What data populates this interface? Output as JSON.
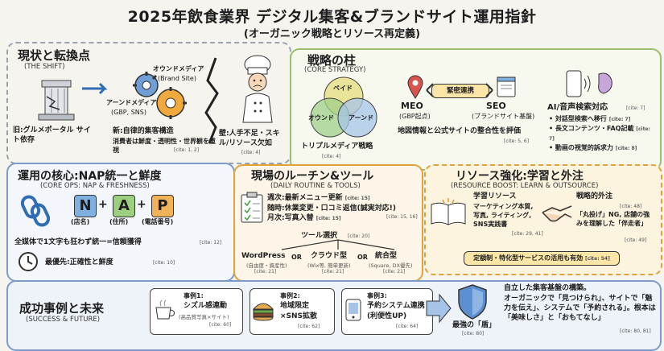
{
  "header": {
    "title": "2025年飲食業界 デジタル集客&ブランドサイト運用指針",
    "subtitle": "(オーガニック戦略とリソース再定義)"
  },
  "shift": {
    "title": "現状と転換点",
    "subtitle": "(THE SHIFT)",
    "owned_label": "オウンドメディア",
    "owned_sub": "(Brand Site)",
    "earned_label": "アーンドメディア",
    "earned_sub": "(GBP, SNS)",
    "old_label": "旧:グルメポータル サイト依存",
    "new_label": "新:自律的集客構造",
    "new_detail": "消費者は鮮度・透明性・世界観を重視",
    "new_cite": "[cite: 1, 2]",
    "wall_label": "壁:人手不足・スキル/リソース欠如",
    "wall_cite": "[cite: 4]"
  },
  "strategy": {
    "title": "戦略の柱",
    "subtitle": "(CORE STRATEGY)",
    "venn_paid": "ペイド",
    "venn_owned": "オウンド",
    "venn_earned": "アーンド",
    "venn_caption": "トリプルメディア戦略",
    "venn_cite": "[cite: 4]",
    "link_label": "緊密連携",
    "meo_label": "MEO",
    "meo_sub": "(GBP起点)",
    "seo_label": "SEO",
    "seo_sub": "(ブランドサイト基盤)",
    "map_caption": "地図情報と公式サイトの整合性を評価",
    "map_cite": "[cite: 5, 6]",
    "ai_title": "AI/音声検索対応",
    "ai_cite": "[cite: 7]",
    "ai_items": [
      {
        "text": "対話型検索へ移行",
        "cite": "[cite: 7]"
      },
      {
        "text": "長文コンテンツ・FAQ記載",
        "cite": "[cite: 7]"
      },
      {
        "text": "動画の視覚的訴求力",
        "cite": "[cite: 8]"
      }
    ]
  },
  "core_ops": {
    "title": "運用の核心:NAP統一と鮮度",
    "subtitle": "(CORE OPS: NAP & FRESHNESS)",
    "n_letter": "N",
    "n_label": "(店名)",
    "a_letter": "A",
    "a_label": "(住所)",
    "p_letter": "P",
    "p_label": "(電話番号)",
    "rule": "全媒体で1文字も狂わず統一=信頼獲得",
    "rule_cite": "[cite: 12]",
    "priority": "最優先:正確性と鮮度",
    "priority_cite": "[cite: 10]"
  },
  "routine": {
    "title": "現場のルーチン&ツール",
    "subtitle": "(DAILY ROUTINE & TOOLS)",
    "items": [
      {
        "text": "週次:最新メニュー更新",
        "cite": "[cite: 15]"
      },
      {
        "text": "随時:休業変更・口コミ返信(誠実対応!)",
        "cite": ""
      },
      {
        "text": "月次:写真入替",
        "cite": "[cite: 15]"
      }
    ],
    "items_cite": "[cite: 15, 16]",
    "tools_label": "ツール選択",
    "tools_cite": "[cite: 20]",
    "tool1": "WordPress",
    "tool1_sub": "(自由度・資産性)",
    "tool1_cite": "[cite: 21]",
    "or1": "OR",
    "tool2": "クラウド型",
    "tool2_sub": "(Wix等, 簡単更新)",
    "tool2_cite": "[cite: 21]",
    "or2": "OR",
    "tool3": "統合型",
    "tool3_sub": "(Square, DX優先)",
    "tool3_cite": "[cite: 21]"
  },
  "resource": {
    "title": "リソース強化:学習と外注",
    "subtitle": "(RESOURCE BOOST: LEARN & OUTSOURCE)",
    "learn_title": "学習リソース",
    "learn_detail": "マーケティング本質, 写真, ライティング, SNS実践書",
    "learn_cite": "[cite: 29, 41]",
    "out_title": "戦略的外注",
    "out_cite": "[cite: 48]",
    "out_detail": "「丸投げ」NG, 店舗の強みを理解した「伴走者」",
    "out_cite2": "[cite: 49]",
    "bottom": "定額制・特化型サービスの活用も有効",
    "bottom_cite": "[cite: 54]"
  },
  "success": {
    "title": "成功事例と未来",
    "subtitle": "(SUCCESS & FUTURE)",
    "cases": [
      {
        "title": "事例1:",
        "line1": "シズル感連動",
        "line2": "(高品質写真×サイト)",
        "cite": "[cite: 60]"
      },
      {
        "title": "事例2:",
        "line1": "地域限定",
        "line2": "×SNS拡散",
        "cite": "[cite: 62]"
      },
      {
        "title": "事例3:",
        "line1": "予約システム連携",
        "line2": "(利便性UP)",
        "cite": "[cite: 64]"
      }
    ],
    "shield_label": "最強の「盾」",
    "shield_cite": "[cite: 80]",
    "conclusion_title": "自立した集客基盤の構築。",
    "conclusion_body": "オーガニックで「見つけられ」、サイトで「魅力を伝え」、システムで「予約される」。根本は「美味しさ」と「おもてなし」",
    "conclusion_cite": "[cite: 80, 81]"
  },
  "colors": {
    "accent_blue": "#2f6db5",
    "accent_orange": "#e39b2b",
    "venn_paid": "#e8e08a",
    "venn_owned": "#9fcf8a",
    "venn_earned": "#a6c4e8",
    "nap_blue": "#7fb1e0",
    "nap_green": "#9ccf7f",
    "nap_orange": "#f0b35a"
  }
}
